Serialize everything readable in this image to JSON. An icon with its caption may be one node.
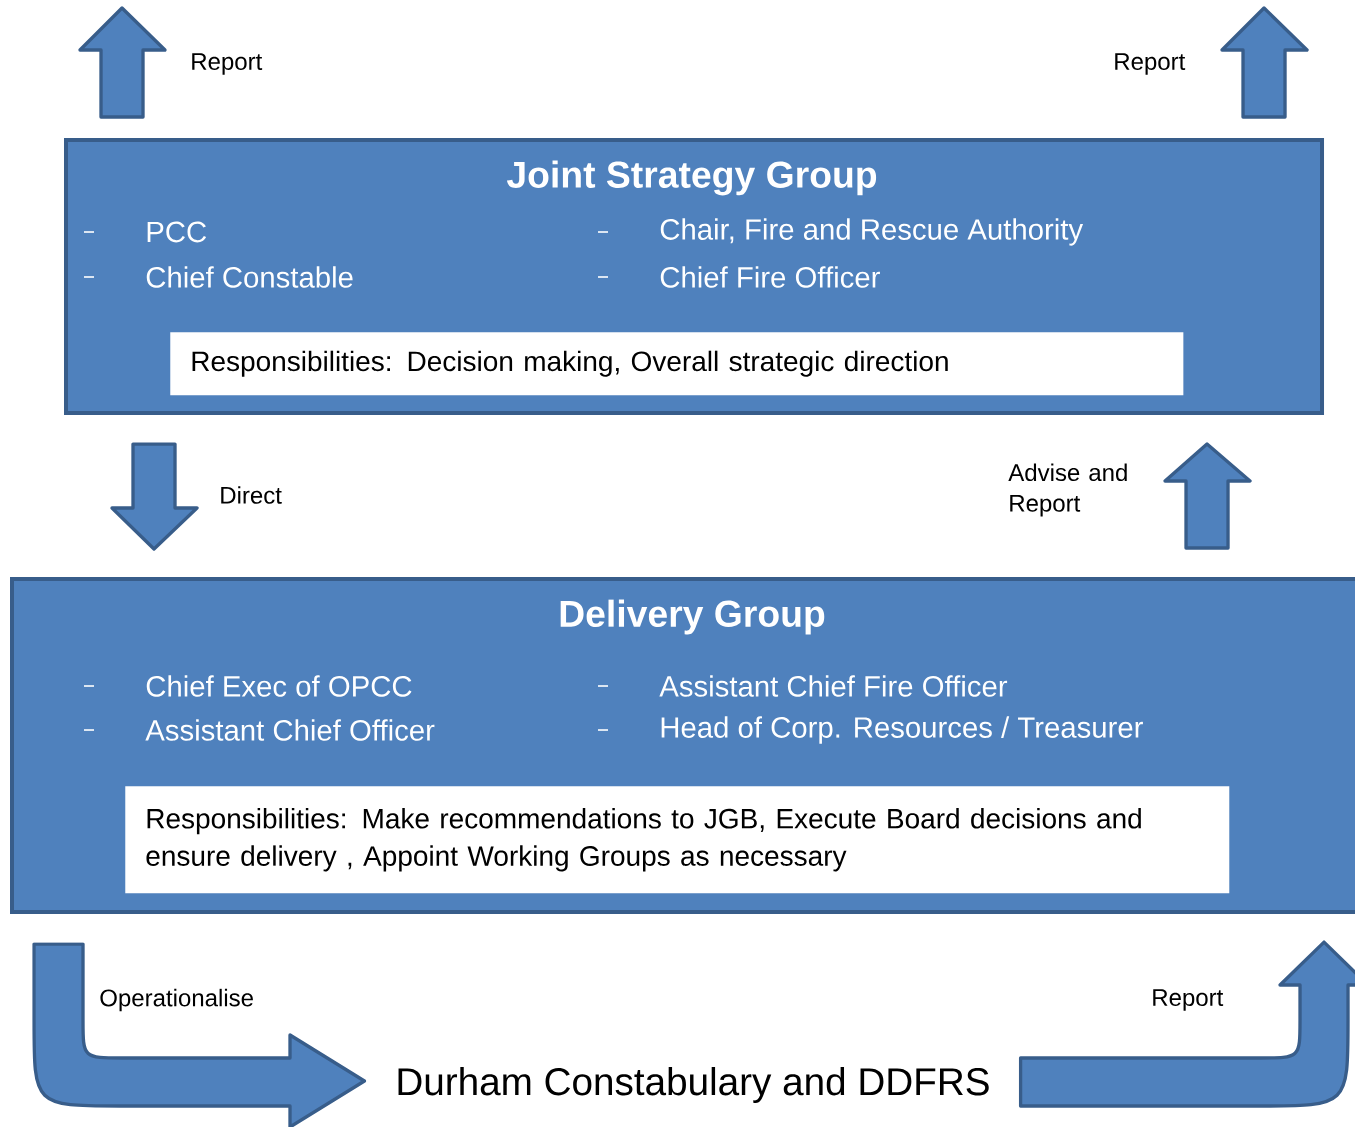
{
  "diagram": {
    "nodes": [
      {
        "text": [
          "Joint Strategy Group",
          "PCC",
          "Chair, Fire and Rescue Authority",
          "Chief Constable",
          "Chief Fire Officer"
        ]
      },
      {
        "text": [
          "Responsibilities: Decision making, Overall strategic direction"
        ],
        "in": 0
      },
      {
        "text": [
          "Delivery Group",
          "Chief Exec of OPCC",
          "Assistant Chief Fire Officer",
          "Assistant Chief Officer",
          "Head of Corp. Resources / Treasurer"
        ]
      },
      {
        "text": [
          "Responsibilities: Make recommendations to JGB, Execute Board decisions and ensure delivery , Appoint Working Groups as necessary"
        ],
        "in": 2
      },
      {
        "text": [
          "Durham Constabulary and DDFRS"
        ]
      }
    ],
    "edges": [
      {
        "from": 0,
        "to": null,
        "arrow": "to",
        "label": "Report"
      },
      {
        "from": 0,
        "to": null,
        "arrow": "to",
        "label": "Report"
      },
      {
        "from": 0,
        "to": 2,
        "arrow": "to",
        "label": "Direct"
      },
      {
        "from": 2,
        "to": 0,
        "arrow": "to",
        "label": "Advise and Report"
      },
      {
        "from": 2,
        "to": 4,
        "arrow": "to",
        "label": "Operationalise"
      },
      {
        "from": 4,
        "to": 2,
        "arrow": "to",
        "label": "Report"
      }
    ]
  }
}
